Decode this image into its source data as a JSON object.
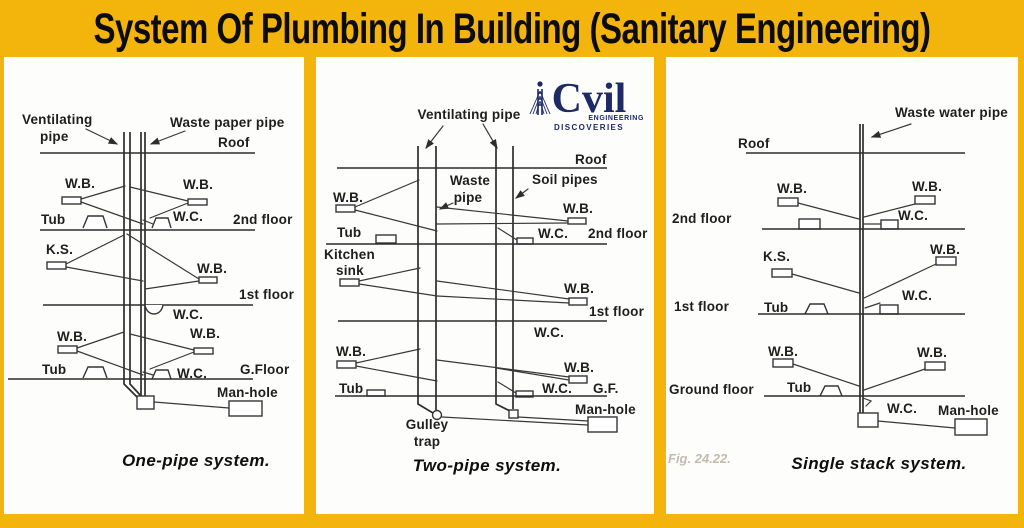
{
  "title": "System Of Plumbing In Building (Sanitary Engineering)",
  "colors": {
    "background": "#F3B40C",
    "panel": "#FDFDFB",
    "ink": "#2D2D2D",
    "logo_navy": "#1E2A66"
  },
  "logo": {
    "part1": "C",
    "part2": "vil",
    "sub1": "ENGINEERING",
    "sub2": "DISCOVERIES"
  },
  "panel1": {
    "caption": "One-pipe system.",
    "vent_line1": "Ventilating",
    "vent_line2": "pipe",
    "waste_pipe": "Waste paper pipe",
    "roof": "Roof",
    "wb_2f_left": "W.B.",
    "wb_2f_right": "W.B.",
    "tub_2f": "Tub",
    "wc_2f": "W.C.",
    "floor2": "2nd floor",
    "ks": "K.S.",
    "wb_1f_right": "W.B.",
    "floor1": "1st floor",
    "wc_1f": "W.C.",
    "wb_gf_left": "W.B.",
    "wb_gf_right": "W.B.",
    "tub_gf": "Tub",
    "wc_gf": "W.C.",
    "gfloor": "G.Floor",
    "manhole": "Man-hole"
  },
  "panel2": {
    "caption": "Two-pipe system.",
    "vent": "Ventilating pipe",
    "roof": "Roof",
    "waste_line1": "Waste",
    "waste_line2": "pipe",
    "soil": "Soil pipes",
    "wb_2f_left": "W.B.",
    "wb_2f_right": "W.B.",
    "tub_2f": "Tub",
    "wc_2f": "W.C.",
    "floor2": "2nd floor",
    "kitchen_line1": "Kitchen",
    "kitchen_line2": "sink",
    "wb_1f_right": "W.B.",
    "floor1": "1st floor",
    "wc_1f": "W.C.",
    "wb_gf_left": "W.B.",
    "wb_gf_right": "W.B.",
    "tub_gf": "Tub",
    "wc_gf": "W.C.",
    "gf": "G.F.",
    "gulley_line1": "Gulley",
    "gulley_line2": "trap",
    "manhole": "Man-hole"
  },
  "panel3": {
    "caption": "Single stack system.",
    "waste": "Waste water pipe",
    "roof": "Roof",
    "wb_2f_left": "W.B.",
    "wb_2f_right": "W.B.",
    "floor2": "2nd floor",
    "wc_2f": "W.C.",
    "ks": "K.S.",
    "wb_1f_right": "W.B.",
    "wc_1f": "W.C.",
    "floor1": "1st floor",
    "tub_1f": "Tub",
    "wb_gf_left": "W.B.",
    "wb_gf_right": "W.B.",
    "gfloor": "Ground floor",
    "tub_gf": "Tub",
    "wc_gf": "W.C.",
    "manhole": "Man-hole",
    "fig": "Fig. 24.22."
  }
}
